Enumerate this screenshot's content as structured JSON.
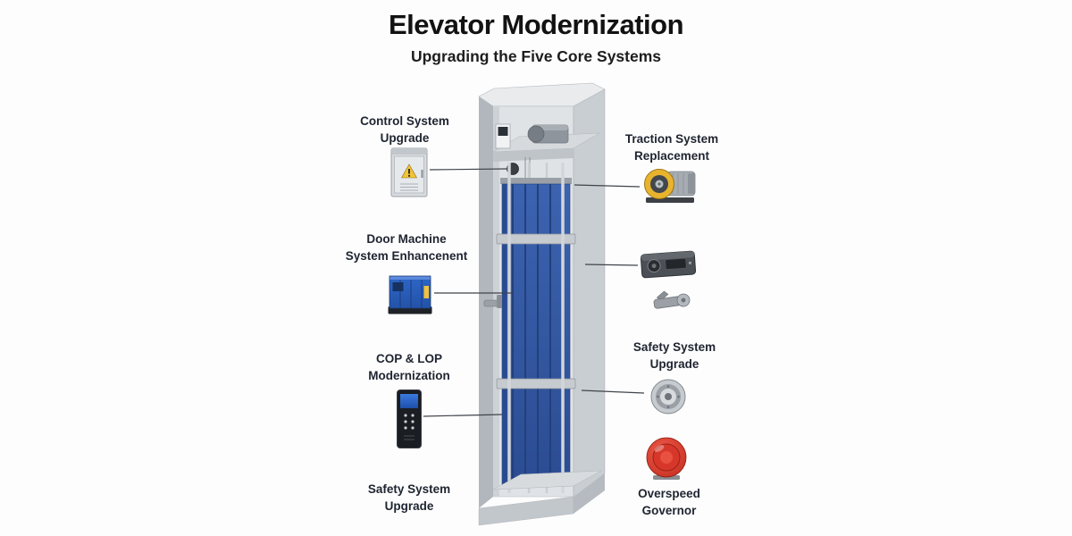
{
  "title": "Elevator Modernization",
  "subtitle": "Upgrading the Five Core Systems",
  "colors": {
    "accent_blue": "#2f63bc",
    "warning_yellow": "#f0b92e",
    "alert_red": "#d93a2b",
    "leader_line": "#3f444a",
    "shaft_gray": "#c9ced3"
  },
  "callouts": {
    "control_system": {
      "label": "Control System\nUpgrade",
      "icon": "control-cabinet"
    },
    "door_machine": {
      "label": "Door Machine\nSystem Enhancenent",
      "icon": "door-operator-box"
    },
    "cop_lop": {
      "label": "COP & LOP\nModernization",
      "icon": "cop-panel"
    },
    "safety_left": {
      "label": "Safety System\nUpgrade"
    },
    "traction": {
      "label": "Traction System\nReplacement",
      "icon": "traction-machine"
    },
    "safety_right": {
      "label": "Safety System\nUpgrade",
      "icon": "governor-tension-wheel"
    },
    "overspeed": {
      "label": "Overspeed\nGovernor",
      "icon": "overspeed-governor-dome"
    }
  }
}
